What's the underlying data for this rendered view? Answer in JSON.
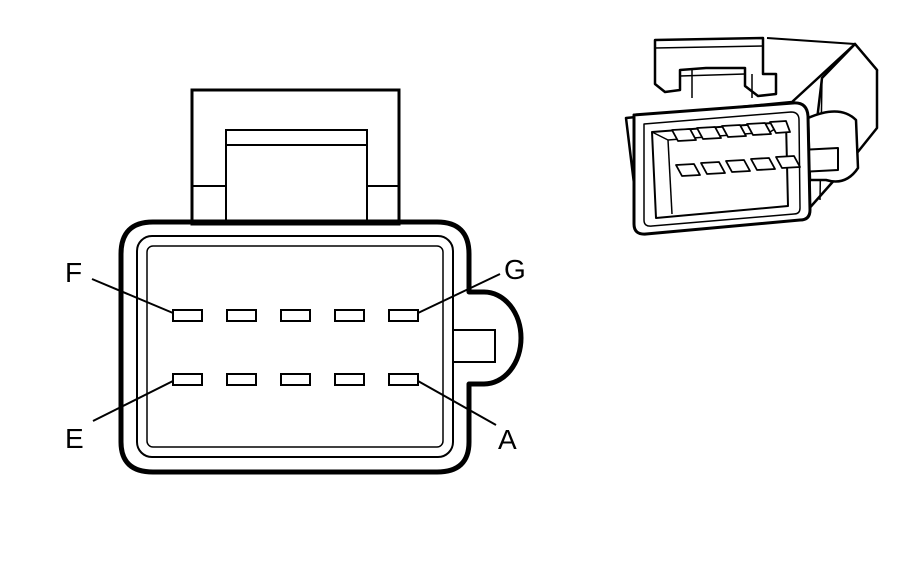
{
  "labels": {
    "f": "F",
    "g": "G",
    "e": "E",
    "a": "A"
  },
  "colors": {
    "line": "#000000",
    "background": "#ffffff"
  }
}
